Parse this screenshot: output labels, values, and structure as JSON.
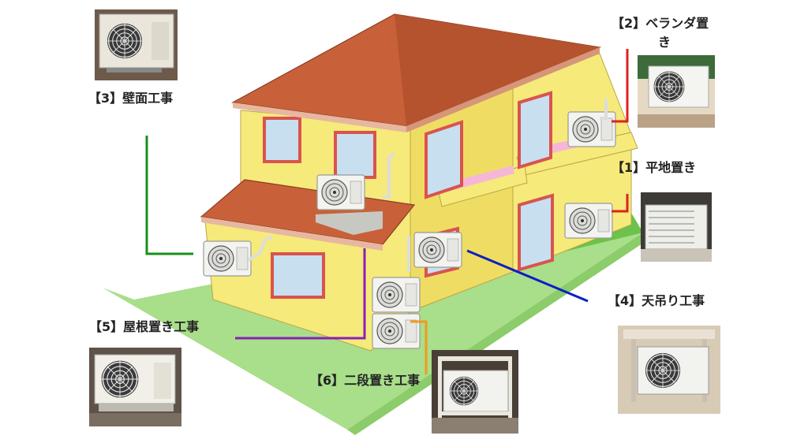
{
  "labels": {
    "l1": "【1】平地置き",
    "l2_line1": "【2】ベランダ置",
    "l2_line2": "き",
    "l3": "【3】壁面工事",
    "l4": "【4】天吊り工事",
    "l5": "【5】屋根置き工事",
    "l6": "【6】二段置き工事"
  },
  "colors": {
    "roof": "#c8613a",
    "wall": "#f6ea7a",
    "wall_shade": "#e9d65e",
    "window_frame": "#d9534f",
    "glass": "#c8dff0",
    "ground": "#a9de8a",
    "ground_dark": "#6cc24a",
    "line_1": "#e02020",
    "line_2": "#e02020",
    "line_3": "#1a8f1a",
    "line_4": "#0a1fc4",
    "line_5": "#8a1fb8",
    "line_6": "#f39a1e"
  },
  "icons": [
    "outdoor-unit-icon",
    "fan-grille-icon"
  ]
}
